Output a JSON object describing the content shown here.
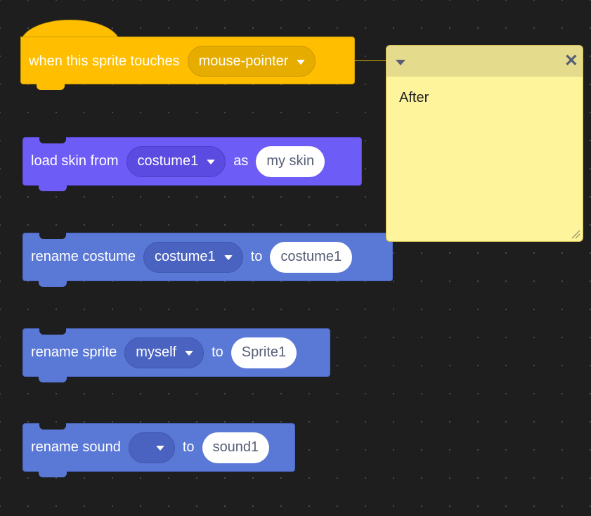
{
  "hat_block": {
    "label": "when this sprite touches",
    "target": "mouse-pointer"
  },
  "load_skin_block": {
    "label": "load skin from",
    "costume": "costume1",
    "as_label": "as",
    "skin_name": "my skin"
  },
  "rename_costume_block": {
    "label": "rename costume",
    "costume": "costume1",
    "to_label": "to",
    "new_name": "costume1"
  },
  "rename_sprite_block": {
    "label": "rename sprite",
    "sprite": "myself",
    "to_label": "to",
    "new_name": "Sprite1"
  },
  "rename_sound_block": {
    "label": "rename sound",
    "sound": "",
    "to_label": "to",
    "new_name": "sound1"
  },
  "comment": {
    "text": "After",
    "close_glyph": "✕"
  },
  "colors": {
    "workspace_bg": "#1e1e1e",
    "events": "#ffbf00",
    "extension_purple": "#6e5cf6",
    "sensing_blue": "#5a78d6",
    "comment_bg": "#fef49c"
  }
}
